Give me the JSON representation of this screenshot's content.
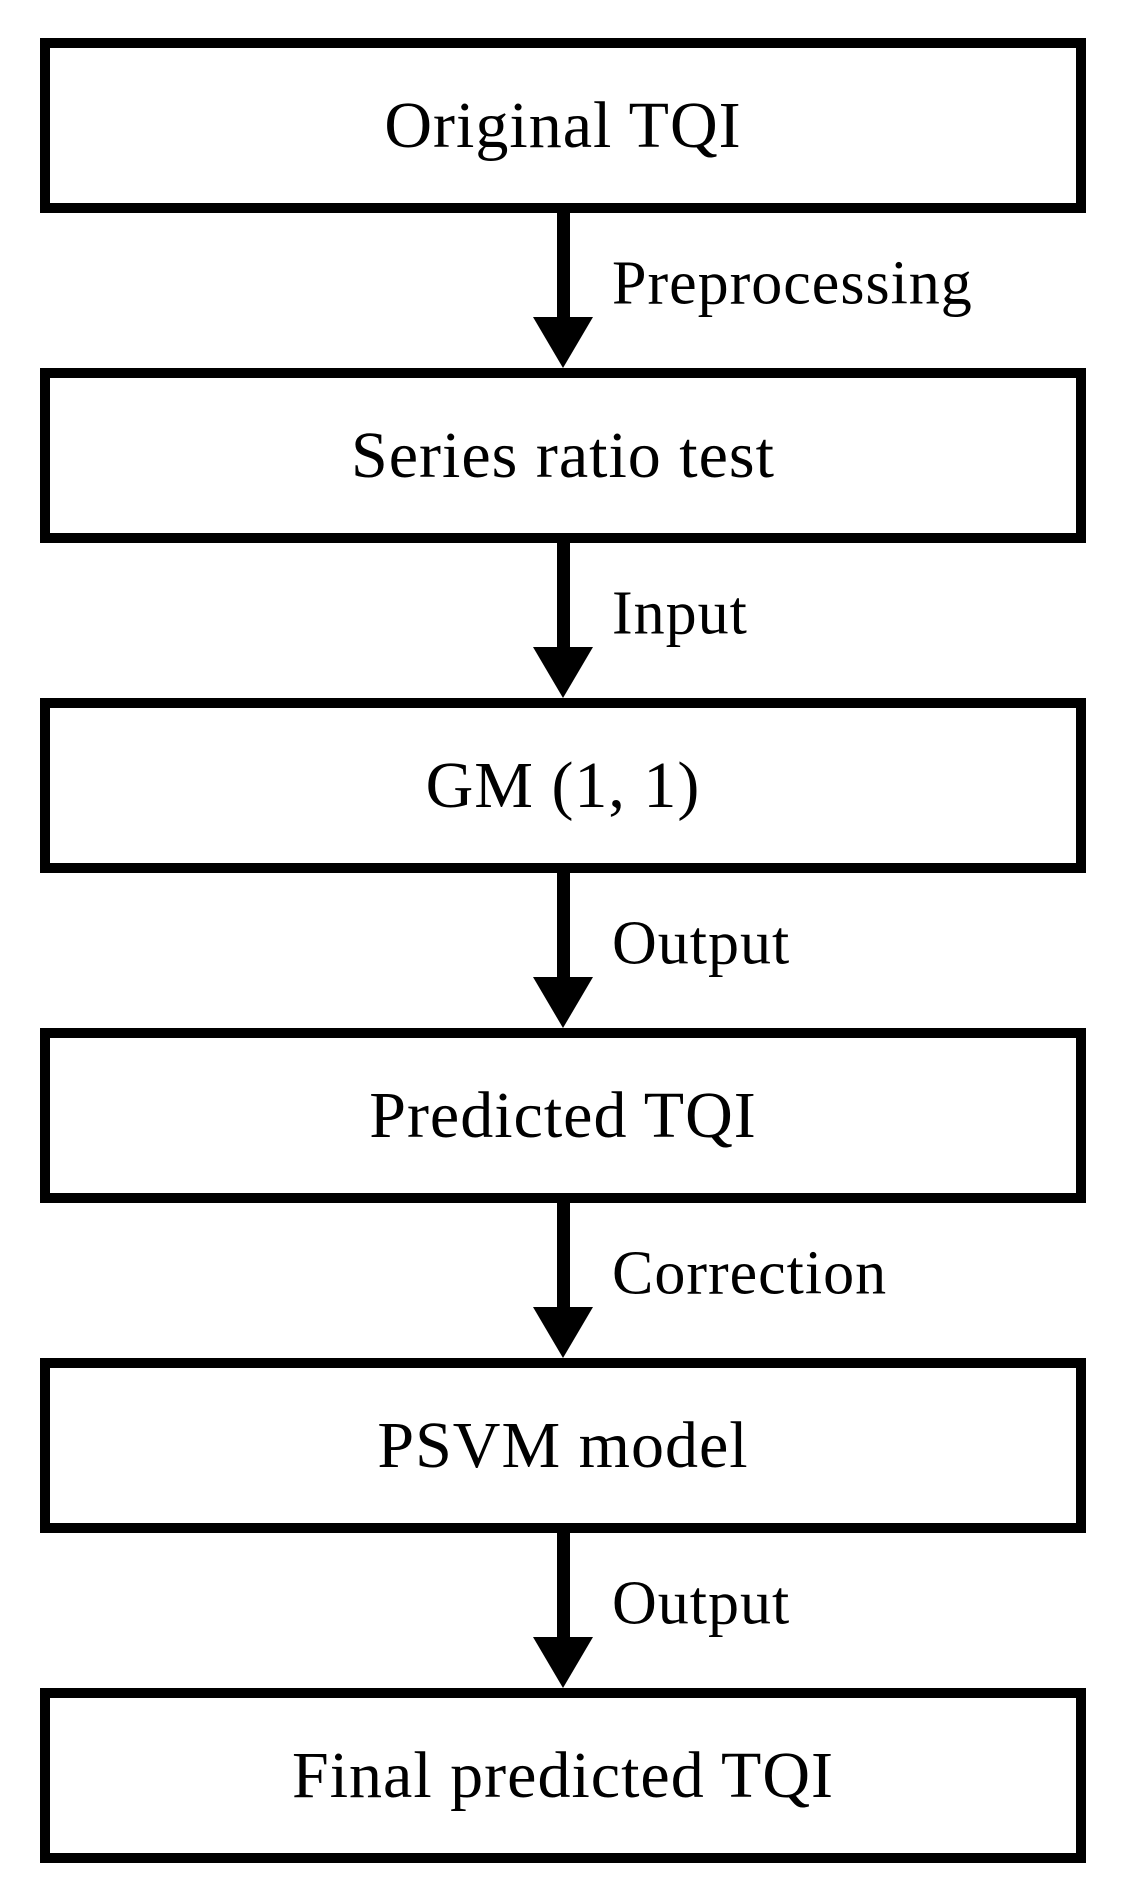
{
  "diagram": {
    "type": "flowchart",
    "direction": "top-down",
    "nodes": [
      {
        "id": "original-tqi",
        "label": "Original TQI"
      },
      {
        "id": "series-ratio-test",
        "label": "Series ratio test"
      },
      {
        "id": "gm-1-1",
        "label": "GM (1, 1)"
      },
      {
        "id": "predicted-tqi",
        "label": "Predicted TQI"
      },
      {
        "id": "psvm-model",
        "label": "PSVM model"
      },
      {
        "id": "final-predicted-tqi",
        "label": "Final predicted TQI"
      }
    ],
    "edges": [
      {
        "from": "original-tqi",
        "to": "series-ratio-test",
        "label": "Preprocessing"
      },
      {
        "from": "series-ratio-test",
        "to": "gm-1-1",
        "label": "Input"
      },
      {
        "from": "gm-1-1",
        "to": "predicted-tqi",
        "label": "Output"
      },
      {
        "from": "predicted-tqi",
        "to": "psvm-model",
        "label": "Correction"
      },
      {
        "from": "psvm-model",
        "to": "final-predicted-tqi",
        "label": "Output"
      }
    ],
    "colors": {
      "background": "#ffffff",
      "box_fill": "#ffffff",
      "box_border": "#000000",
      "arrow": "#000000",
      "text": "#000000"
    }
  }
}
